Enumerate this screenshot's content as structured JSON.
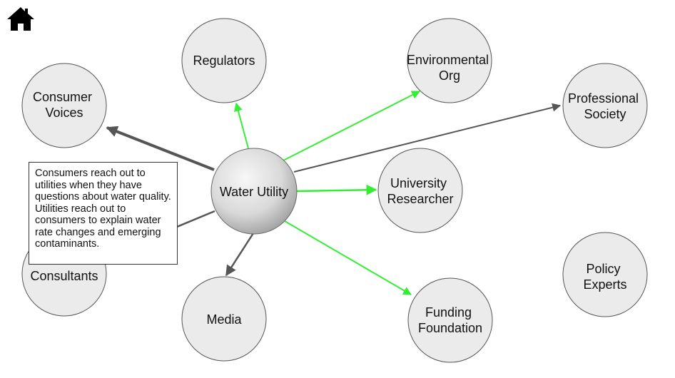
{
  "home": {
    "icon": "home-icon"
  },
  "colors": {
    "node_fill": "#ebebeb",
    "node_stroke": "#555555",
    "edge_dark": "#555555",
    "edge_green": "#33ee33"
  },
  "nodes": {
    "center": "Water Utility",
    "regulators": [
      "Regulators"
    ],
    "environmental": [
      "Environmental",
      "Org"
    ],
    "consumer_voices": [
      "Consumer",
      "Voices"
    ],
    "professional_society": [
      "Professional",
      "Society"
    ],
    "university_researcher": [
      "University",
      "Researcher"
    ],
    "consultants": [
      "Consultants"
    ],
    "media": [
      "Media"
    ],
    "funding_foundation": [
      "Funding",
      "Foundation"
    ],
    "policy_experts": [
      "Policy",
      "Experts"
    ]
  },
  "tooltip": {
    "text": "Consumers reach out to utilities when they have questions about water quality. Utilities reach out to consumers to explain water rate changes and emerging contaminants."
  }
}
